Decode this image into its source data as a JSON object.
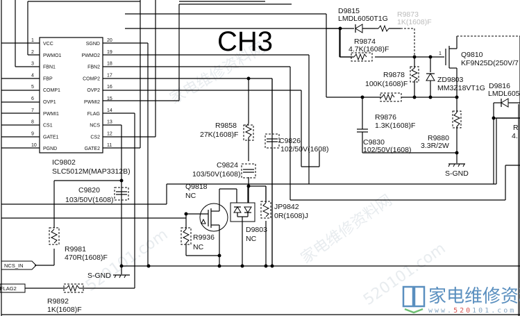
{
  "title": "CH3",
  "ic": {
    "ref": "IC9802",
    "part": "SLC5012M(MAP3312B)",
    "left_pins": [
      {
        "num": "1",
        "name": "VCC"
      },
      {
        "num": "2",
        "name": "PWMO1"
      },
      {
        "num": "3",
        "name": "FBN1"
      },
      {
        "num": "4",
        "name": "FBP"
      },
      {
        "num": "5",
        "name": "COMP1"
      },
      {
        "num": "6",
        "name": "OVP1"
      },
      {
        "num": "7",
        "name": "PWMI1"
      },
      {
        "num": "8",
        "name": "CS1"
      },
      {
        "num": "9",
        "name": "GATE1"
      },
      {
        "num": "10",
        "name": "PGND"
      }
    ],
    "right_pins": [
      {
        "num": "20",
        "name": "SGND"
      },
      {
        "num": "19",
        "name": "PWMO2"
      },
      {
        "num": "18",
        "name": "FBN2"
      },
      {
        "num": "17",
        "name": "COMP2"
      },
      {
        "num": "16",
        "name": "OVP2"
      },
      {
        "num": "15",
        "name": "PWMI2"
      },
      {
        "num": "14",
        "name": "FLAG"
      },
      {
        "num": "13",
        "name": "NCS"
      },
      {
        "num": "12",
        "name": "CS2"
      },
      {
        "num": "11",
        "name": "GATE2"
      }
    ]
  },
  "components": {
    "d9815": {
      "ref": "D9815",
      "value": "LMDL6050T1G"
    },
    "r9873": {
      "ref": "R9873",
      "value": "1K(1608)F"
    },
    "r9874": {
      "ref": "R9874",
      "value": "4.7K(1608)F"
    },
    "q9810": {
      "ref": "Q9810",
      "value": "KF9N25D(250V/7",
      "pin": "1"
    },
    "r9878": {
      "ref": "R9878",
      "value": "100K(1608)F"
    },
    "zd9803": {
      "ref": "ZD9803",
      "value": "MM3Z18VT1G"
    },
    "d9816": {
      "ref": "D9816",
      "value": "LMDL605"
    },
    "r9876": {
      "ref": "R9876",
      "value": "1.3K(1608)F"
    },
    "c9830": {
      "ref": "C9830",
      "value": "102/50V(1608)"
    },
    "r9880": {
      "ref": "R9880",
      "value": "3.3R/2W"
    },
    "r_partial": {
      "ref": "R",
      "value": "4."
    },
    "r9858": {
      "ref": "R9858",
      "value": "27K(1608)F"
    },
    "c9826": {
      "ref": "C9826",
      "value": "102/50V(1608)"
    },
    "c9824": {
      "ref": "C9824",
      "value": "103/50V(1608)"
    },
    "q9818": {
      "ref": "Q9818",
      "value": "NC"
    },
    "d9803": {
      "ref": "D9803",
      "value": "NC"
    },
    "jp9842": {
      "ref": "JP9842",
      "value": "0R(1608)J"
    },
    "r9936": {
      "ref": "R9936",
      "value": "NC"
    },
    "c9820": {
      "ref": "C9820",
      "value": "103/50V(1608)"
    },
    "r9981": {
      "ref": "R9981",
      "value": "470R(1608)F"
    },
    "r9892": {
      "ref": "R9892",
      "value": "1K(1608)F"
    }
  },
  "grounds": {
    "g1": "S-GND",
    "g2": "S-GND"
  },
  "ports": {
    "ncs_in": "NCS_IN",
    "flag2": "FLAG2"
  },
  "watermark": {
    "brand": "家电维修资料网",
    "url_prefix": "www.",
    "url_number": "520",
    "url_suffix": "101.com",
    "bg_text": "家电维修资料网",
    "bg_url": "520101.com"
  },
  "colors": {
    "ink": "#000000",
    "watermark_blue": "#5a8fbf",
    "watermark_red": "#d9534f",
    "watermark_green": "#6fbf73"
  }
}
